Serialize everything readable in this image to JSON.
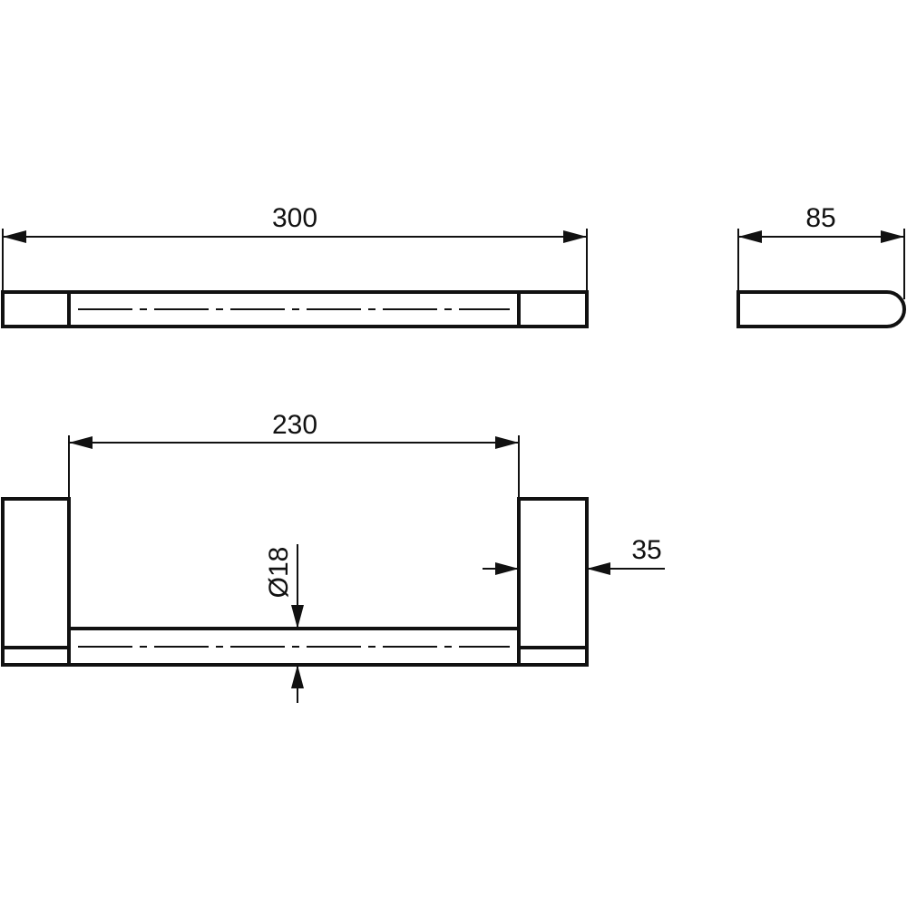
{
  "dimensions": {
    "overall_length": "300",
    "depth": "85",
    "bar_span": "230",
    "bar_diameter": "Ø18",
    "block_width": "35"
  },
  "colors": {
    "line": "#111111",
    "background": "#ffffff"
  }
}
